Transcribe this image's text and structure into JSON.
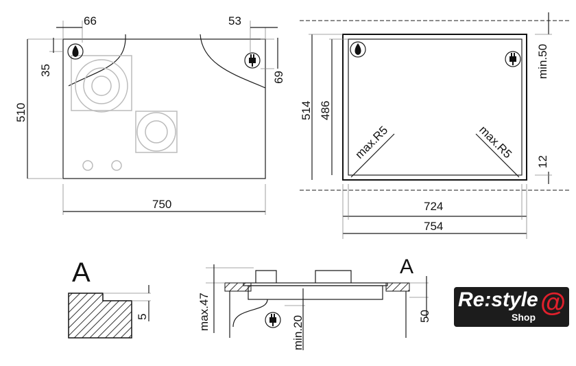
{
  "top_view": {
    "dim_left_offset": "66",
    "dim_right_offset": "53",
    "dim_gas_height": "35",
    "dim_plug_height": "69",
    "dim_height": "510",
    "dim_width": "750"
  },
  "cutout": {
    "dim_outer_height": "514",
    "dim_inner_height": "486",
    "dim_top_clear": "min.50",
    "radius_left": "max.R5",
    "radius_right": "max.R5",
    "dim_bottom": "12",
    "dim_inner_width": "724",
    "dim_outer_width": "754"
  },
  "detail_a": {
    "label": "A",
    "dim_step": "5"
  },
  "section": {
    "label": "A",
    "dim_height": "max.47",
    "dim_clear": "min.20",
    "dim_depth": "50"
  },
  "logo": {
    "name": "Re:style",
    "sub": "Shop"
  },
  "icons": [
    "gas-flame-icon",
    "electric-plug-icon"
  ]
}
